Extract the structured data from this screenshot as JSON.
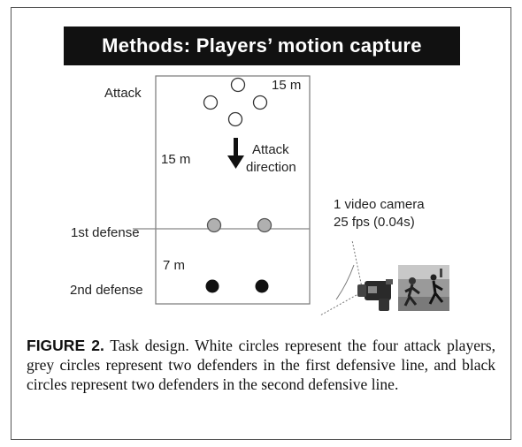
{
  "banner": {
    "title": "Methods: Players’ motion capture"
  },
  "field": {
    "labels": {
      "attack": "Attack",
      "first_defense": "1st defense",
      "second_defense": "2nd defense",
      "dist_attack_width": "15 m",
      "dist_attack_depth": "15 m",
      "dist_defense_gap": "7 m",
      "direction_line1": "Attack",
      "direction_line2": "direction"
    },
    "colors": {
      "attack_fill": "#ffffff",
      "first_defense_fill": "#b0b0b0",
      "second_defense_fill": "#111111"
    }
  },
  "camera": {
    "line1": "1 video camera",
    "line2": "25 fps (0.04s)",
    "icon": "video-camera-icon",
    "thumbnail": "players-photo-thumbnail"
  },
  "caption": {
    "lead": "FIGURE 2.",
    "text": " Task design. White circles represent the four attack players, grey circles represent two defenders in the first defensive line, and black circles represent two defenders in the second defensive line."
  }
}
